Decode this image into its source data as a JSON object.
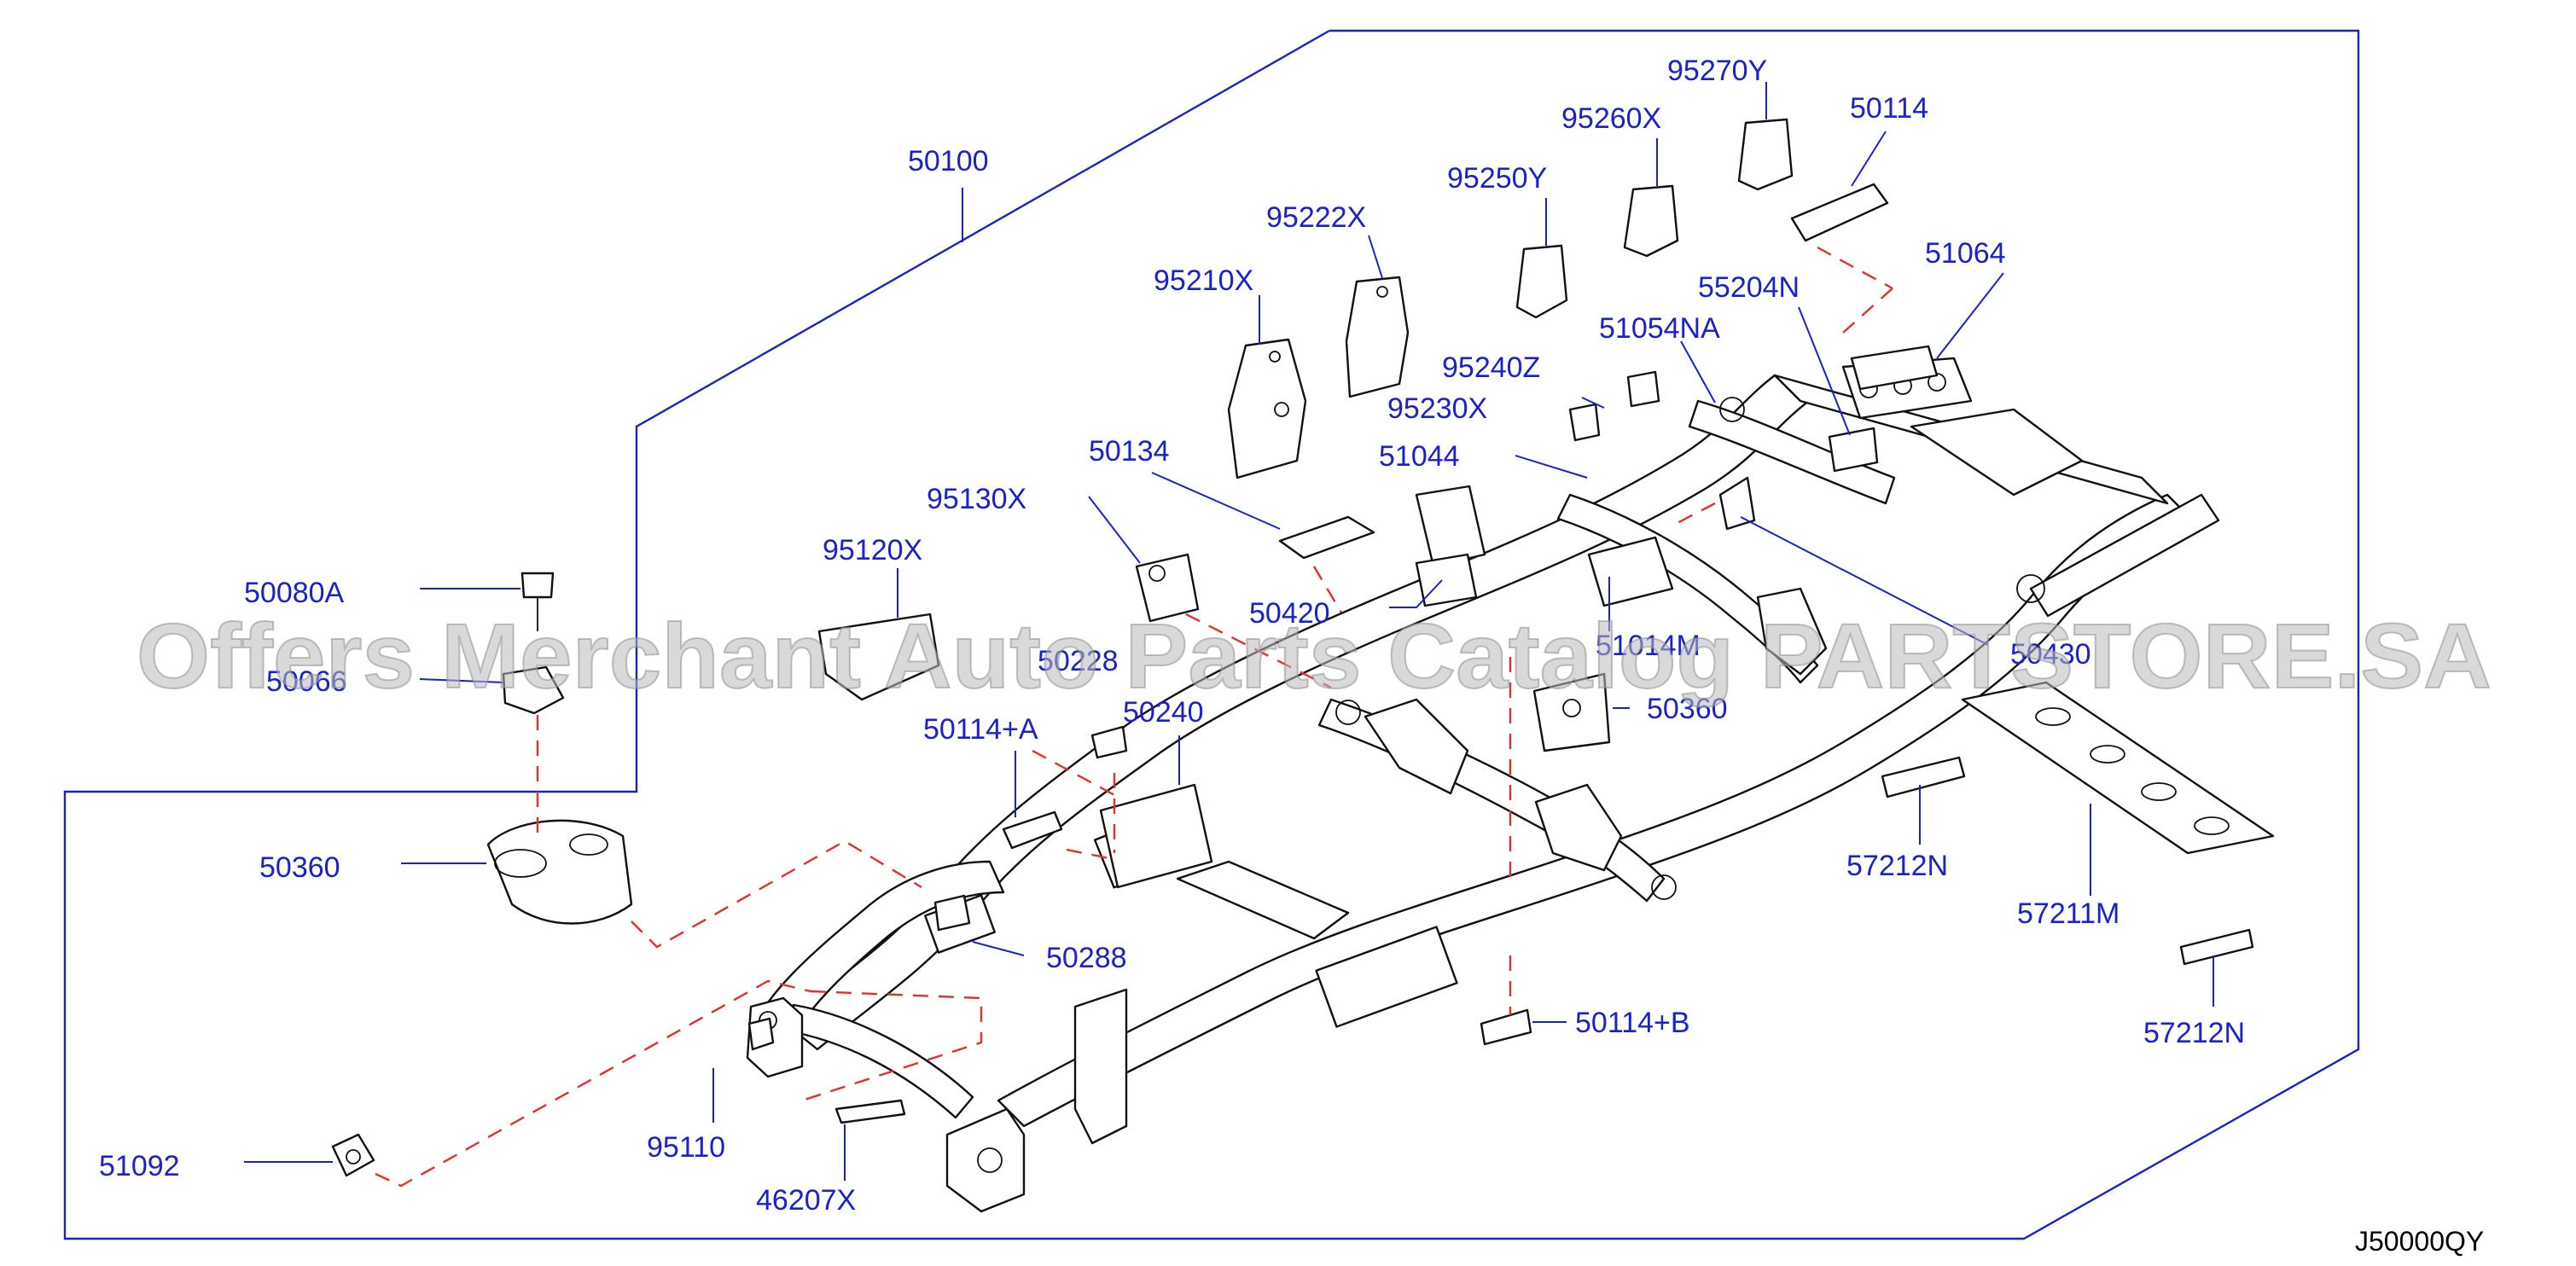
{
  "diagram": {
    "code": "J50000QY",
    "watermark": "Offers Merchant Auto Parts Catalog PARTSTORE.SA",
    "colors": {
      "label": "#1a22c8",
      "dash": "#e03030",
      "line": "#111111"
    },
    "labels": [
      "50100",
      "95270Y",
      "50114",
      "95260X",
      "95250Y",
      "95222X",
      "51064",
      "55204N",
      "95210X",
      "51054NA",
      "95240Z",
      "95230X",
      "50134",
      "51044",
      "95130X",
      "95120X",
      "50420",
      "50080A",
      "51014M",
      "50430",
      "50066",
      "50228",
      "50240",
      "50114+A",
      "50360",
      "50360",
      "57212N",
      "57211M",
      "50288",
      "50114+B",
      "57212N",
      "51092",
      "95110",
      "46207X"
    ]
  }
}
